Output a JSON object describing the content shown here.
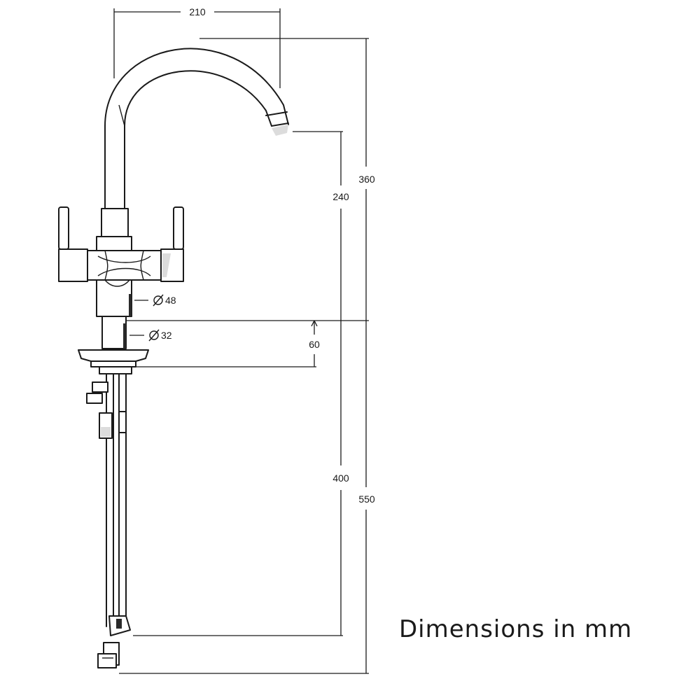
{
  "dimensions": {
    "spout_reach": "210",
    "total_height": "360",
    "spout_height": "240",
    "body_diameter": "48",
    "shank_diameter": "32",
    "shank_length": "60",
    "hose_length": "400",
    "overall_length": "550"
  },
  "note": "Dimensions in mm"
}
